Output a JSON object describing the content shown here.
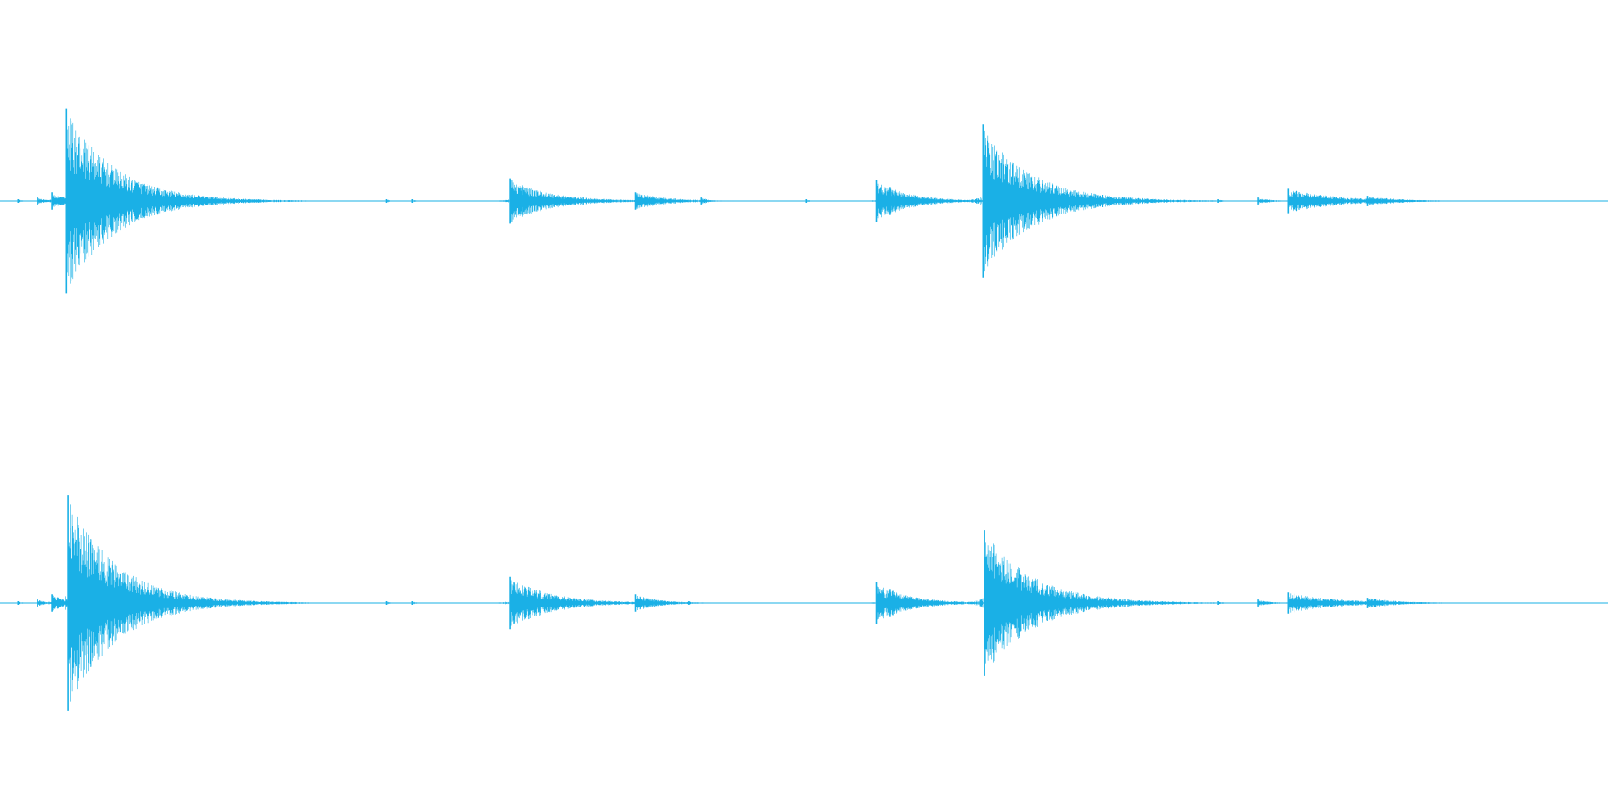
{
  "colors": {
    "background": "#ffffff",
    "waveform": "#1ab0e6"
  },
  "chart_data": {
    "type": "line",
    "title": "",
    "xlabel": "",
    "ylabel": "",
    "xlim": [
      0,
      1
    ],
    "ylim": [
      -1,
      1
    ],
    "grid": false,
    "legend": "none",
    "series": [
      {
        "events": [
          {
            "t": 0.011,
            "amp": 0.01,
            "decay": 0.003
          },
          {
            "t": 0.023,
            "amp": 0.02,
            "decay": 0.006
          },
          {
            "t": 0.032,
            "amp": 0.05,
            "decay": 0.01
          },
          {
            "t": 0.041,
            "amp": 0.53,
            "decay": 0.03
          },
          {
            "t": 0.123,
            "amp": 0.02,
            "decay": 0.004
          },
          {
            "t": 0.24,
            "amp": 0.01,
            "decay": 0.003
          },
          {
            "t": 0.256,
            "amp": 0.01,
            "decay": 0.003
          },
          {
            "t": 0.317,
            "amp": 0.13,
            "decay": 0.025
          },
          {
            "t": 0.395,
            "amp": 0.05,
            "decay": 0.02
          },
          {
            "t": 0.436,
            "amp": 0.02,
            "decay": 0.005
          },
          {
            "t": 0.501,
            "amp": 0.01,
            "decay": 0.003
          },
          {
            "t": 0.545,
            "amp": 0.12,
            "decay": 0.015
          },
          {
            "t": 0.553,
            "amp": 0.08,
            "decay": 0.02
          },
          {
            "t": 0.611,
            "amp": 0.44,
            "decay": 0.03
          },
          {
            "t": 0.695,
            "amp": 0.01,
            "decay": 0.003
          },
          {
            "t": 0.757,
            "amp": 0.01,
            "decay": 0.004
          },
          {
            "t": 0.782,
            "amp": 0.02,
            "decay": 0.008
          },
          {
            "t": 0.801,
            "amp": 0.07,
            "decay": 0.03
          },
          {
            "t": 0.85,
            "amp": 0.03,
            "decay": 0.02
          }
        ]
      },
      {
        "events": [
          {
            "t": 0.011,
            "amp": 0.01,
            "decay": 0.003
          },
          {
            "t": 0.023,
            "amp": 0.02,
            "decay": 0.006
          },
          {
            "t": 0.032,
            "amp": 0.05,
            "decay": 0.01
          },
          {
            "t": 0.042,
            "amp": 0.62,
            "decay": 0.03
          },
          {
            "t": 0.127,
            "amp": 0.03,
            "decay": 0.004
          },
          {
            "t": 0.24,
            "amp": 0.01,
            "decay": 0.003
          },
          {
            "t": 0.256,
            "amp": 0.01,
            "decay": 0.003
          },
          {
            "t": 0.317,
            "amp": 0.15,
            "decay": 0.025
          },
          {
            "t": 0.395,
            "amp": 0.05,
            "decay": 0.015
          },
          {
            "t": 0.428,
            "amp": 0.01,
            "decay": 0.003
          },
          {
            "t": 0.545,
            "amp": 0.12,
            "decay": 0.015
          },
          {
            "t": 0.553,
            "amp": 0.08,
            "decay": 0.02
          },
          {
            "t": 0.612,
            "amp": 0.42,
            "decay": 0.03
          },
          {
            "t": 0.67,
            "amp": 0.01,
            "decay": 0.003
          },
          {
            "t": 0.757,
            "amp": 0.01,
            "decay": 0.004
          },
          {
            "t": 0.782,
            "amp": 0.02,
            "decay": 0.008
          },
          {
            "t": 0.801,
            "amp": 0.06,
            "decay": 0.03
          },
          {
            "t": 0.85,
            "amp": 0.03,
            "decay": 0.02
          }
        ]
      }
    ]
  }
}
